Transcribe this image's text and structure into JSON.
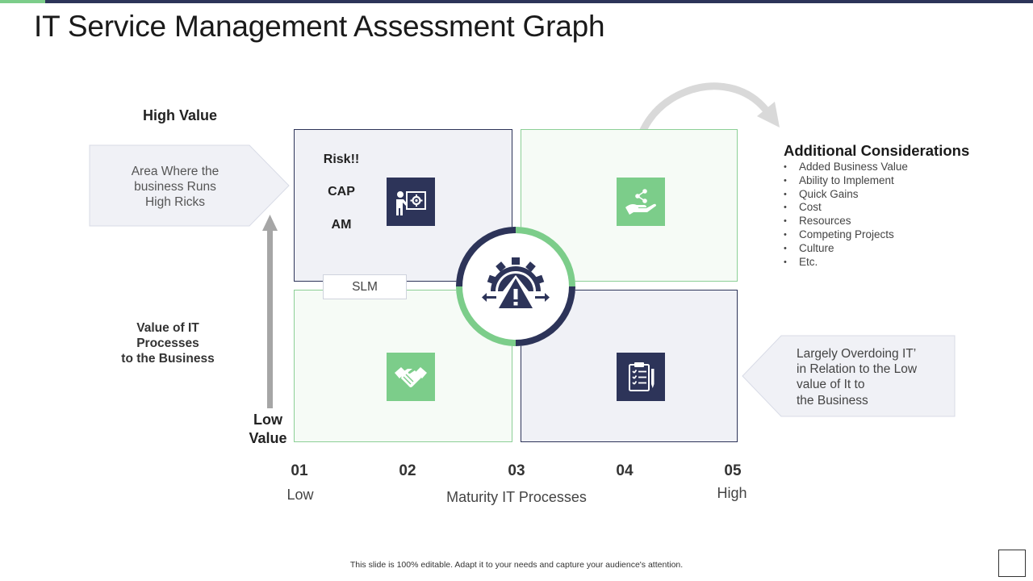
{
  "title": "IT Service Management Assessment Graph",
  "y_axis": {
    "high_label": "High Value",
    "low_label_line1": "Low",
    "low_label_line2": "Value",
    "axis_label_lines": [
      "Value of IT",
      "Processes",
      "to the Business"
    ]
  },
  "left_callout": {
    "lines": [
      "Area Where the",
      "business Runs",
      "High Ricks"
    ]
  },
  "right_callout": {
    "lines": [
      "Largely Overdoing IT’",
      "in Relation to the Low",
      "value of It to",
      "the Business"
    ]
  },
  "quadrants": {
    "top_left": {
      "items": [
        "Risk!!",
        "CAP",
        "AM"
      ],
      "icon": "presentation-gear-icon"
    },
    "top_right": {
      "icon": "hand-share-icon"
    },
    "bottom_left": {
      "tag": "SLM",
      "icon": "handshake-icon"
    },
    "bottom_right": {
      "icon": "clipboard-checklist-icon"
    },
    "center": {
      "icon": "gear-alert-icon"
    }
  },
  "additional": {
    "title": "Additional Considerations",
    "items": [
      "Added Business Value",
      "Ability to Implement",
      "Quick Gains",
      "Cost",
      "Resources",
      "Competing Projects",
      "Culture",
      "Etc."
    ]
  },
  "x_axis": {
    "numbers": [
      "01",
      "02",
      "03",
      "04",
      "05"
    ],
    "low": "Low",
    "high": "High",
    "label": "Maturity IT Processes"
  },
  "footer": "This slide is 100% editable. Adapt it to your needs and capture your audience's attention.",
  "colors": {
    "navy": "#2d3459",
    "green": "#7ccd8a",
    "callout": "#f0f1f6"
  }
}
